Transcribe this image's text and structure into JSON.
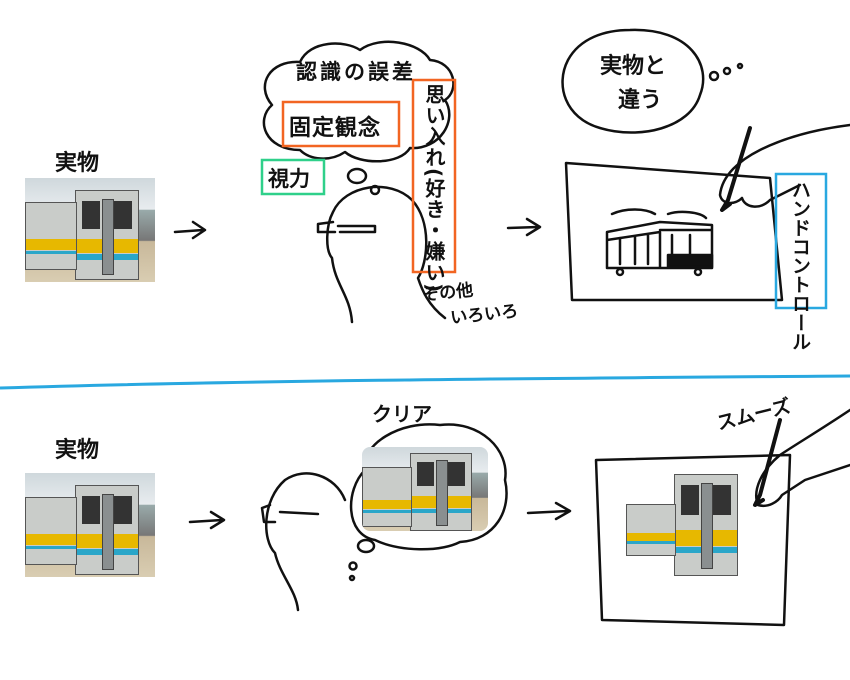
{
  "top": {
    "real_label": "実物",
    "thought_title": "認識の誤差",
    "fixed_idea": "固定観念",
    "eyesight": "視力",
    "attachment": "思い入れ(好き・嫌い)",
    "others_line1": "その他",
    "others_line2": "いろいろ",
    "different_bubble_line1": "実物と",
    "different_bubble_line2": "違う",
    "hand_control": "ハンドコントロール"
  },
  "bottom": {
    "real_label": "実物",
    "clear_label": "クリア",
    "smooth_label": "スムーズ"
  },
  "colors": {
    "orange_box": "#f26522",
    "green_box": "#2fd08a",
    "blue_box": "#29a8e0",
    "divider": "#29a8e0",
    "train_yellow": "#e7b800"
  }
}
